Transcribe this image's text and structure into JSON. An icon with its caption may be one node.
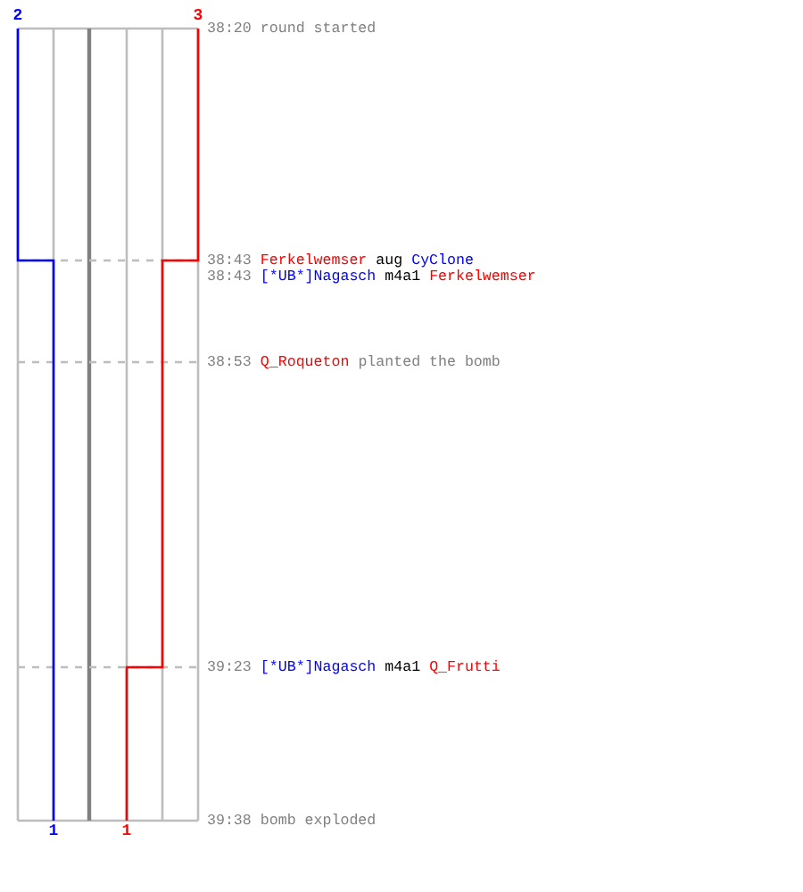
{
  "diagram": {
    "labels": [
      "2",
      "3",
      "38:20",
      "round started",
      "38:43",
      "Ferkelwemser",
      "aug",
      "CyClone",
      "38:43",
      "[*UB*]Nagasch",
      "m4a1",
      "Ferkelwemser",
      "38:53",
      "Q_Roqueton",
      "planted the bomb",
      "39:23",
      "[*UB*]Nagasch",
      "m4a1",
      "Q_Frutti",
      "39:38",
      "bomb exploded",
      "1",
      "1"
    ]
  }
}
